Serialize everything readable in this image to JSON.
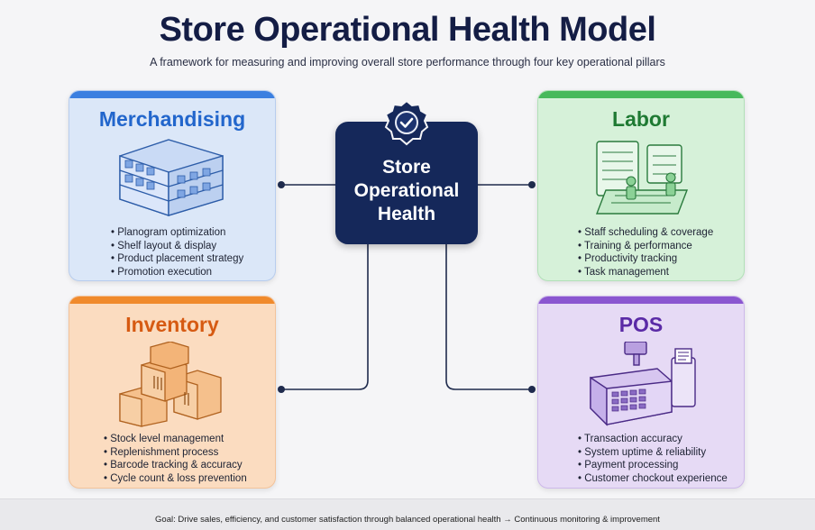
{
  "header": {
    "title": "Store Operational Health Model",
    "subtitle": "A framework for measuring and improving overall store performance through four key operational pillars"
  },
  "hub": {
    "label": "Store\nOperational\nHealth",
    "icon": "check-badge-icon"
  },
  "pillars": {
    "merchandising": {
      "title": "Merchandising",
      "icon": "store-shelves-icon",
      "color": "#3b7fe0",
      "items": [
        "Planogram optimization",
        "Shelf layout & display",
        "Product placement strategy",
        "Promotion execution"
      ]
    },
    "labor": {
      "title": "Labor",
      "icon": "staff-schedule-icon",
      "color": "#47b95b",
      "items": [
        "Staff scheduling & coverage",
        "Training & performance",
        "Productivity tracking",
        "Task management"
      ]
    },
    "inventory": {
      "title": "Inventory",
      "icon": "boxes-icon",
      "color": "#f08a2c",
      "items": [
        "Stock level management",
        "Replenishment process",
        "Barcode tracking & accuracy",
        "Cycle count & loss prevention"
      ]
    },
    "pos": {
      "title": "POS",
      "icon": "cash-register-icon",
      "color": "#8a56d0",
      "items": [
        "Transaction accuracy",
        "System uptime & reliability",
        "Payment processing",
        "Customer chockout experience"
      ]
    }
  },
  "footer": {
    "text": "Goal: Drive sales, efficiency, and customer satisfaction through balanced operational health → Continuous monitoring & improvement"
  }
}
